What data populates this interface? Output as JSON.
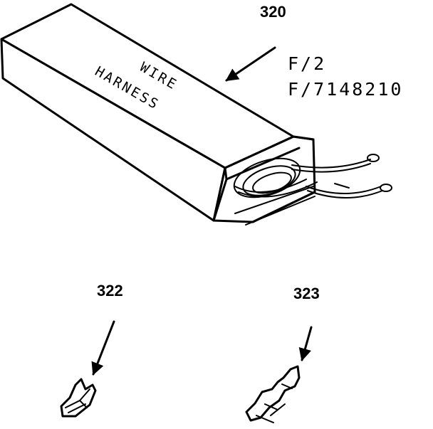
{
  "parts": {
    "harness": {
      "number": "320",
      "label_line1": "WIRE",
      "label_line2": "HARNESS"
    },
    "terminal_a": {
      "number": "322"
    },
    "terminal_b": {
      "number": "323"
    }
  },
  "part_codes": {
    "line1": "F/2",
    "line2": "F/7148210"
  }
}
